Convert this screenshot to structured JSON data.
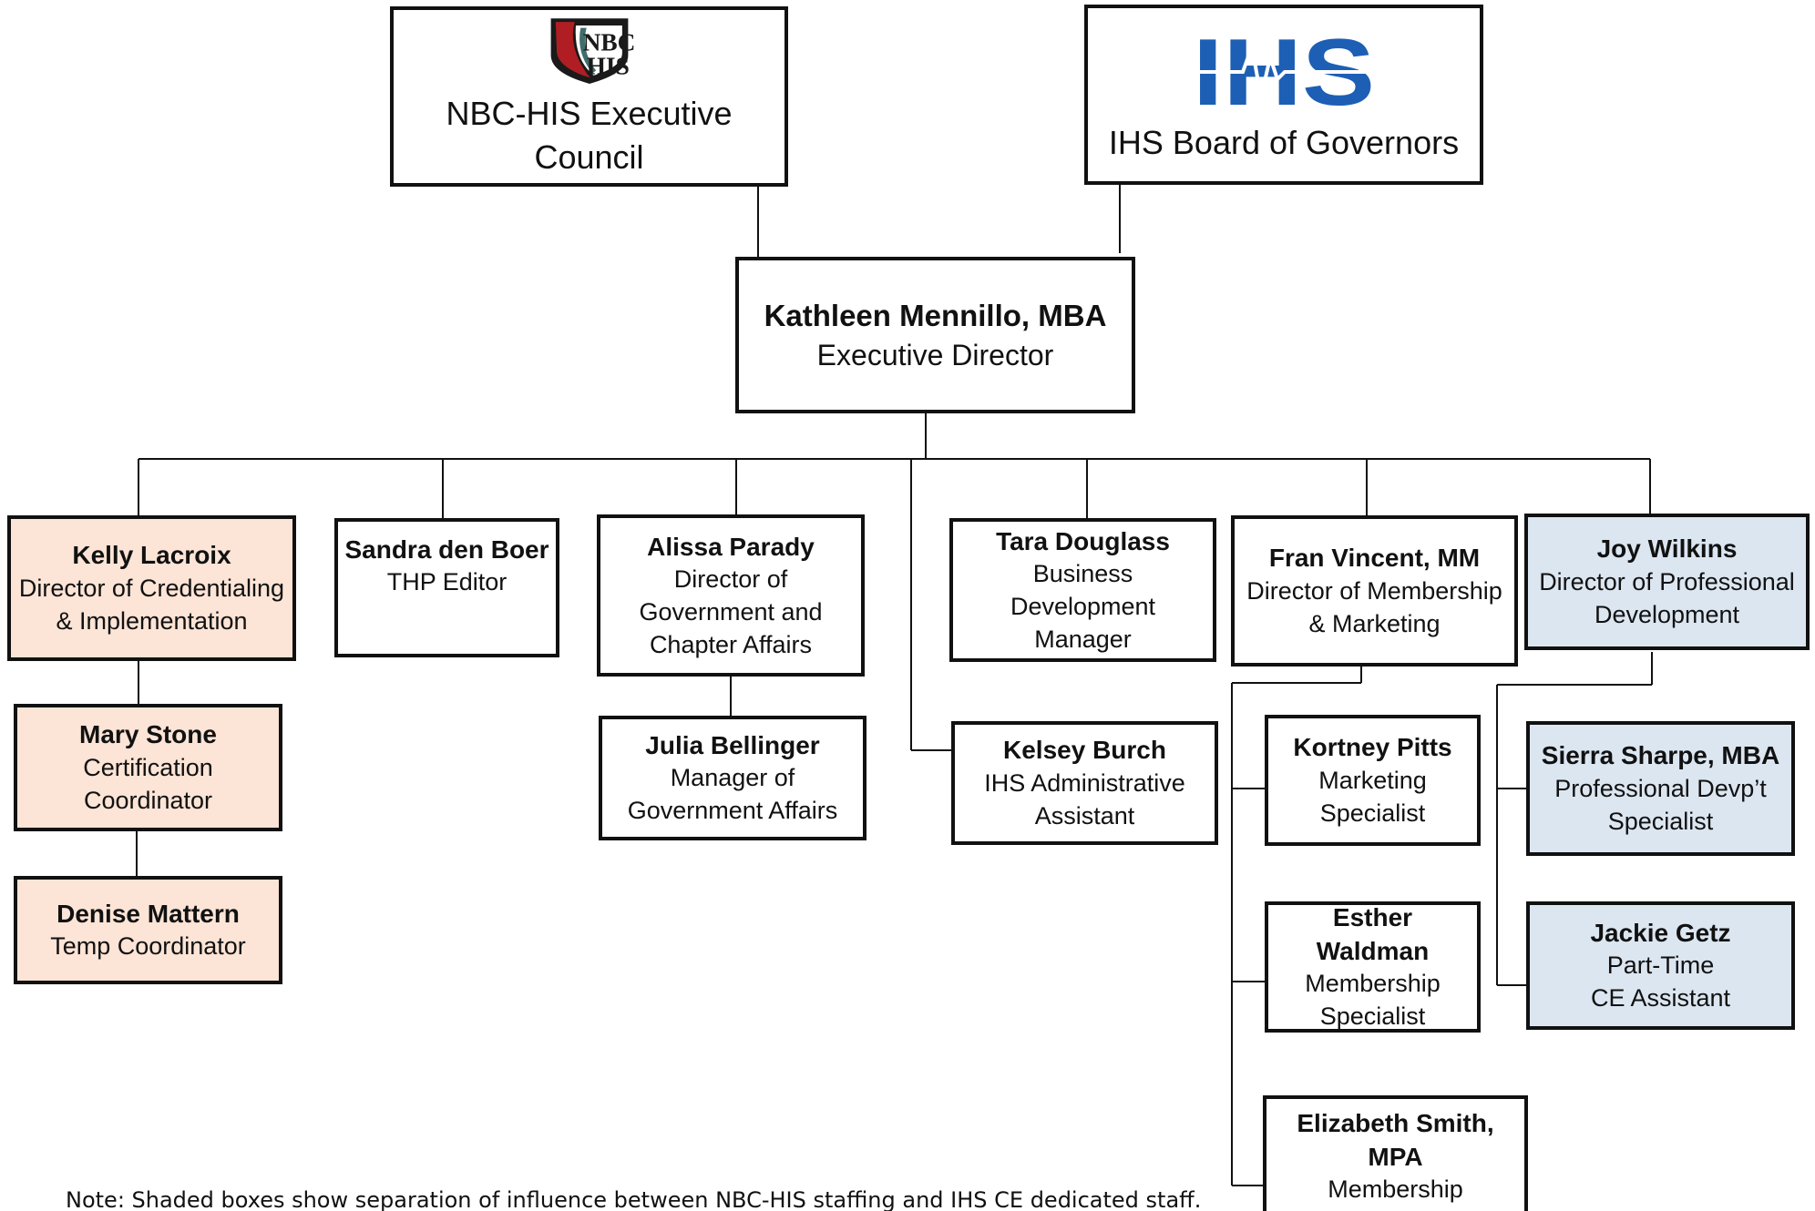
{
  "top": {
    "nbc": {
      "logo_text_line1": "NBC",
      "logo_text_line2": "HIS",
      "title": "NBC-HIS Executive Council"
    },
    "ihs": {
      "logo_text": "IHS",
      "title": "IHS Board of Governors"
    }
  },
  "executive": {
    "name": "Kathleen Mennillo, MBA",
    "role": "Executive Director"
  },
  "staff": {
    "kelly": {
      "name": "Kelly Lacroix",
      "role": "Director of Credentialing\n& Implementation"
    },
    "mary": {
      "name": "Mary Stone",
      "role": "Certification\nCoordinator"
    },
    "denise": {
      "name": "Denise Mattern",
      "role": "Temp Coordinator"
    },
    "sandra": {
      "name": "Sandra den Boer",
      "role": "THP Editor"
    },
    "alissa": {
      "name": "Alissa Parady",
      "role": "Director of\nGovernment and\nChapter Affairs"
    },
    "julia": {
      "name": "Julia Bellinger",
      "role": "Manager of\nGovernment Affairs"
    },
    "tara": {
      "name": "Tara Douglass",
      "role": "Business\nDevelopment Manager"
    },
    "kelsey": {
      "name": "Kelsey Burch",
      "role": "IHS Administrative\nAssistant"
    },
    "fran": {
      "name": "Fran Vincent, MM",
      "role": "Director of Membership\n& Marketing"
    },
    "kortney": {
      "name": "Kortney Pitts",
      "role": "Marketing\nSpecialist"
    },
    "esther": {
      "name": "Esther Waldman",
      "role": "Membership\nSpecialist"
    },
    "elizabeth": {
      "name": "Elizabeth Smith, MPA",
      "role": "Membership\nCoordinator"
    },
    "joy": {
      "name": "Joy Wilkins",
      "role": "Director of Professional\nDevelopment"
    },
    "sierra": {
      "name": "Sierra Sharpe, MBA",
      "role": "Professional Devp’t\nSpecialist"
    },
    "jackie": {
      "name": "Jackie Getz",
      "role": "Part-Time\nCE Assistant"
    }
  },
  "note": "Note:  Shaded boxes show separation of influence between NBC-HIS staffing and IHS CE dedicated staff.",
  "colors": {
    "shade_nbc_staff": "#fce4d6",
    "shade_ihs_ce_staff": "#dce6f1",
    "ihs_logo_blue": "#1d5fb4",
    "nbc_logo_red": "#b01e23",
    "nbc_logo_teal": "#3f6e6b"
  }
}
